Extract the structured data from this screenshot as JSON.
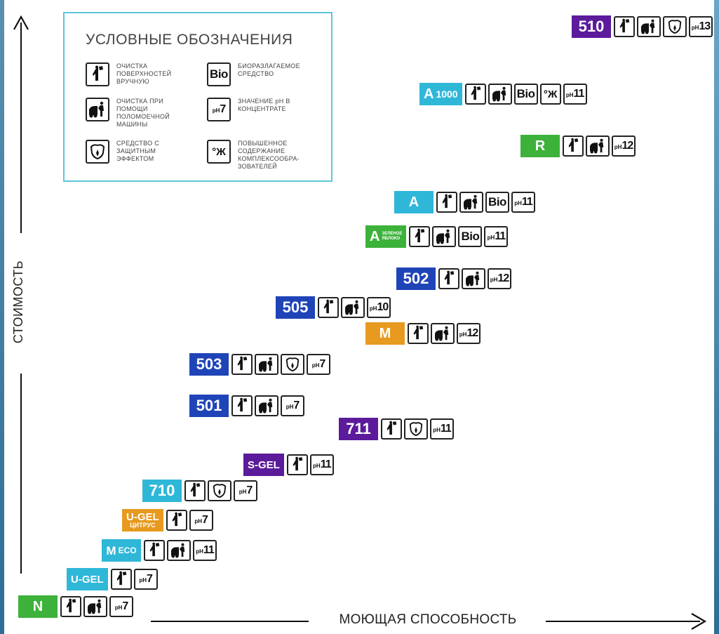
{
  "axes": {
    "y_label": "СТОИМОСТЬ",
    "x_label": "МОЮЩАЯ СПОСОБНОСТЬ"
  },
  "colors": {
    "purple": "#5b1b9b",
    "cyan": "#2fb7d8",
    "green": "#3cb23a",
    "blue": "#1f44b8",
    "orange": "#e79a1f",
    "legend_border": "#5cc6da"
  },
  "legend": {
    "title": "УСЛОВНЫЕ ОБОЗНАЧЕНИЯ",
    "items": [
      {
        "icon": "hand-cleaning-icon",
        "text": "ОЧИСТКА ПОВЕРХНОСТЕЙ ВРУЧНУЮ"
      },
      {
        "icon": "machine-cleaning-icon",
        "text": "ОЧИСТКА ПРИ ПОМОЩИ ПОЛОМОЕЧНОЙ МАШИНЫ"
      },
      {
        "icon": "protection-icon",
        "text": "СРЕДСТВО С ЗАЩИТНЫМ ЭФФЕКТОМ"
      },
      {
        "icon": "bio-icon",
        "icon_text": "Bio",
        "text": "БИОРАЗЛАГАЕМОЕ СРЕДСТВО"
      },
      {
        "icon": "ph-icon",
        "icon_text": "pH",
        "icon_value": "7",
        "text": "ЗНАЧЕНИЕ pH В КОНЦЕНТРАТЕ"
      },
      {
        "icon": "hardness-icon",
        "icon_text": "°Ж",
        "text": "ПОВЫШЕННОЕ СОДЕРЖАНИЕ КОМПЛЕКСООБРА-ЗОВАТЕЛЕЙ"
      }
    ]
  },
  "products": [
    {
      "name": "510",
      "ph": "13"
    },
    {
      "name": "A",
      "name_suffix": "1000",
      "bio": "Bio",
      "hardness": "°Ж",
      "ph": "11"
    },
    {
      "name": "R",
      "ph": "12"
    },
    {
      "name": "A",
      "bio": "Bio",
      "ph": "11"
    },
    {
      "name": "A",
      "name_sub_1": "ЗЕЛЕНОЕ",
      "name_sub_2": "ЯБЛОКО",
      "bio": "Bio",
      "ph": "11"
    },
    {
      "name": "502",
      "ph": "12"
    },
    {
      "name": "505",
      "ph": "10"
    },
    {
      "name": "M",
      "ph": "12"
    },
    {
      "name": "503",
      "ph": "7"
    },
    {
      "name": "501",
      "ph": "7"
    },
    {
      "name": "711",
      "ph": "11"
    },
    {
      "name": "S-GEL",
      "ph": "11"
    },
    {
      "name": "710",
      "ph": "7"
    },
    {
      "name": "U-GEL",
      "name_sub_1": "ЦИТРУС",
      "ph": "7"
    },
    {
      "name": "M",
      "name_suffix": "ECO",
      "ph": "11"
    },
    {
      "name": "U-GEL",
      "ph": "7"
    },
    {
      "name": "N",
      "ph": "7"
    }
  ],
  "ph_prefix": "pH"
}
